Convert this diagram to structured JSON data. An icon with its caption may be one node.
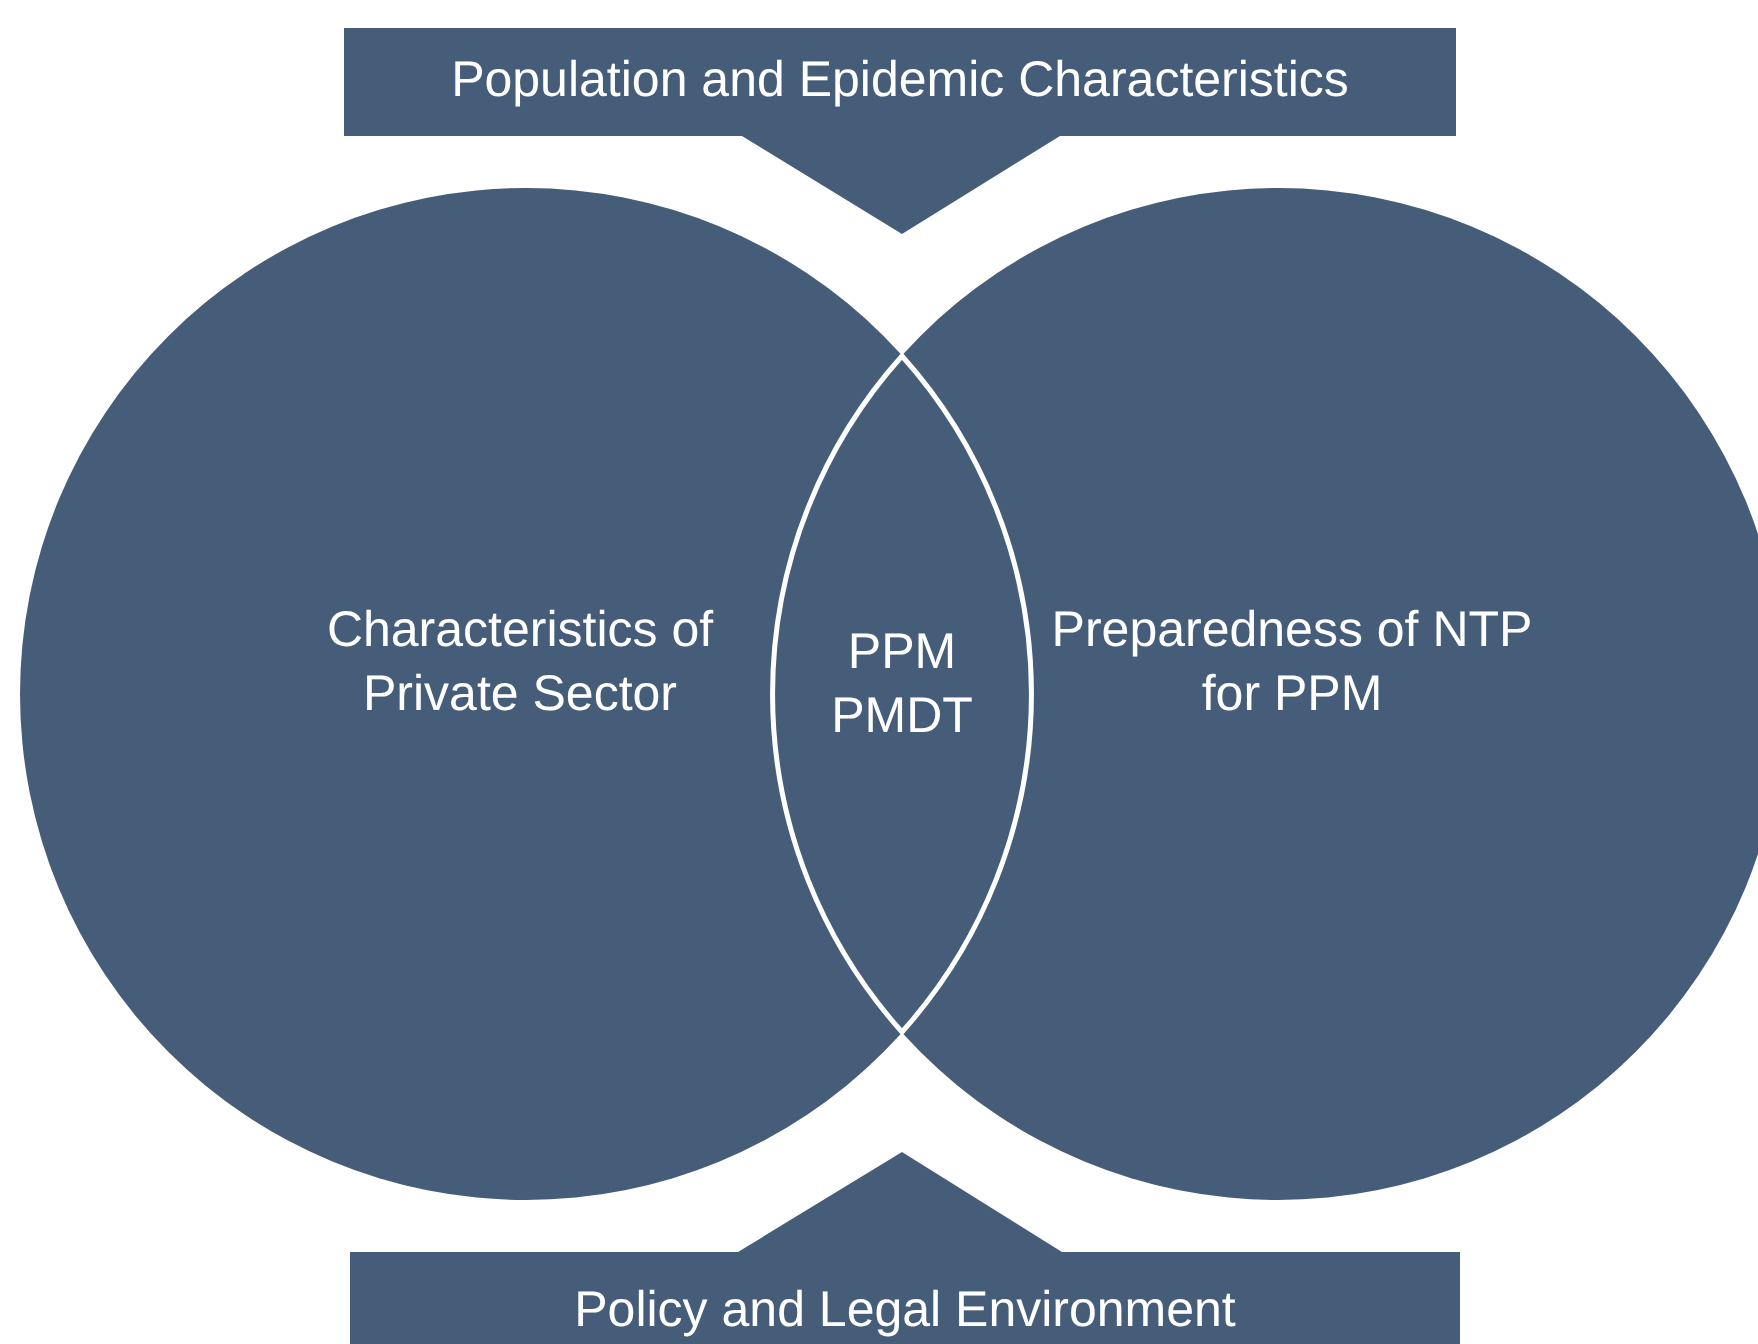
{
  "diagram": {
    "nodes": [
      {
        "text": [
          "Population and Epidemic Characteristics"
        ]
      },
      {
        "text": [
          "Characteristics of Private Sector"
        ]
      },
      {
        "text": [
          "Preparedness of NTP for PPM"
        ]
      },
      {
        "text": [
          "PPM PMDT"
        ]
      },
      {
        "text": [
          "Policy and Legal Environment"
        ]
      }
    ]
  }
}
